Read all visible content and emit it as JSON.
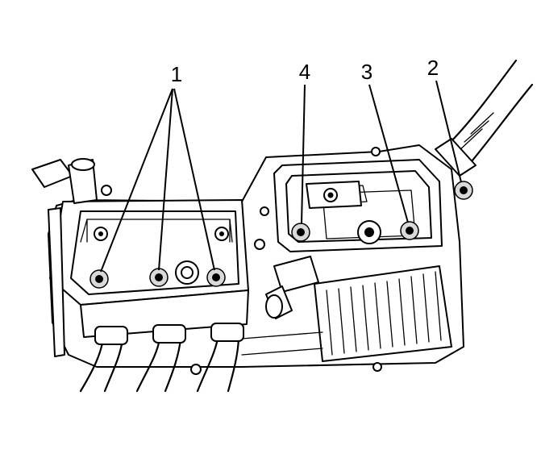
{
  "callouts": [
    {
      "id": "1",
      "label": "1"
    },
    {
      "id": "4",
      "label": "4"
    },
    {
      "id": "3",
      "label": "3"
    },
    {
      "id": "2",
      "label": "2"
    }
  ],
  "colors": {
    "ink": "#000000",
    "paper": "#ffffff",
    "shade": "#d9d9d9"
  }
}
